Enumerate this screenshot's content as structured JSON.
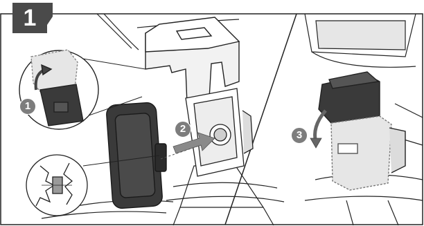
{
  "step": {
    "number": "1"
  },
  "callouts": [
    {
      "label": "1"
    },
    {
      "label": "2"
    },
    {
      "label": "3"
    }
  ],
  "colors": {
    "badge": "#4a4a4a",
    "callout": "#7d7d7d",
    "line": "#1e1e1e",
    "battery_dark": "#3a3a3a",
    "cover_light": "#e6e6e6",
    "arrow": "#8a8a8a"
  }
}
